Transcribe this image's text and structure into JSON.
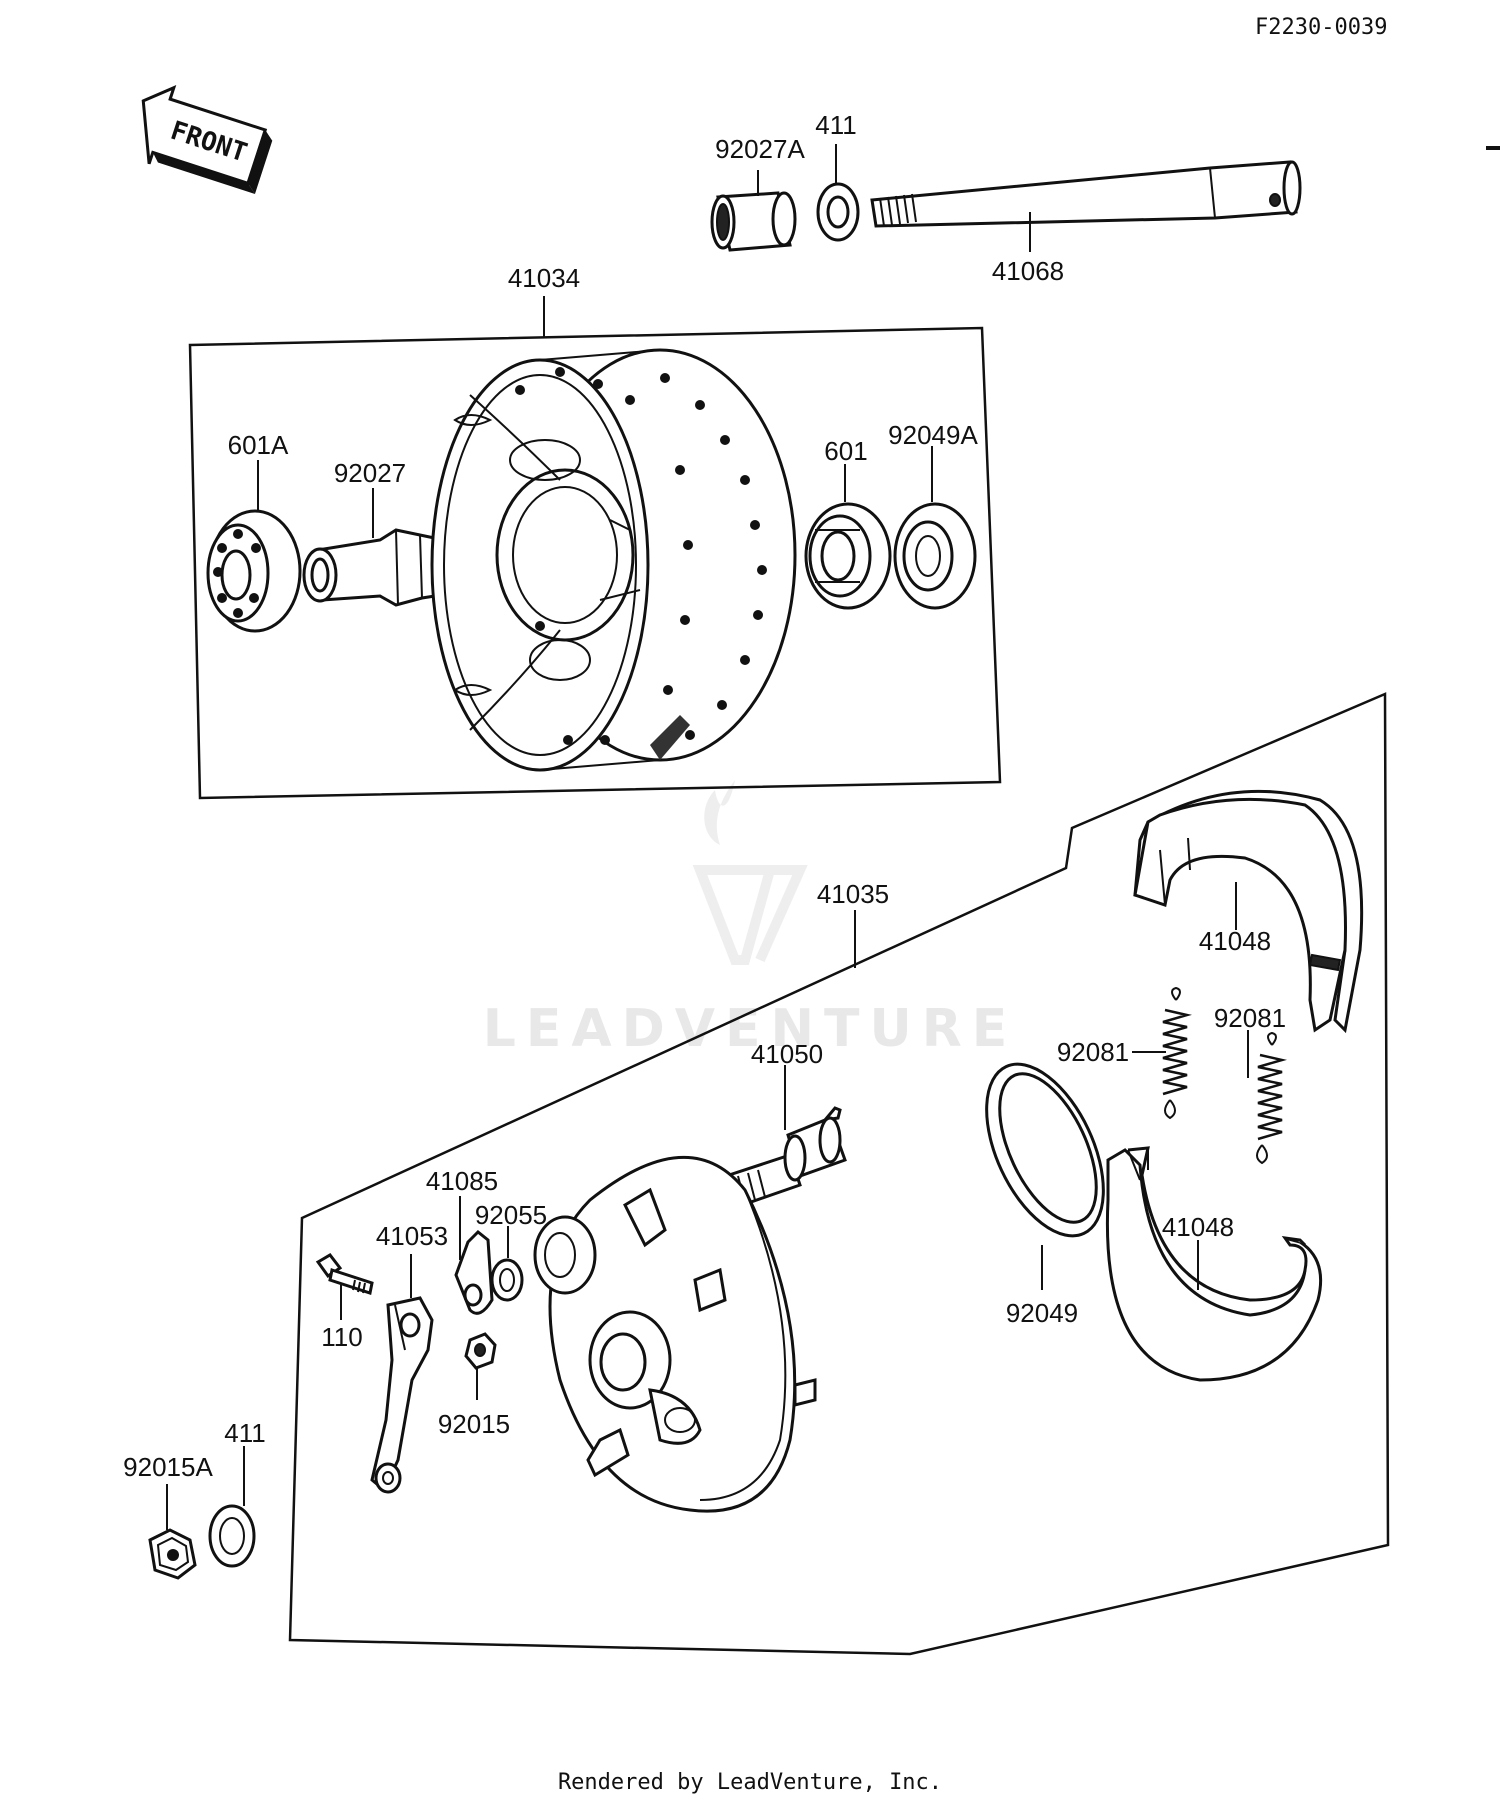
{
  "diagram_code": "F2230-0039",
  "front_arrow_label": "FRONT",
  "watermark": "LEADVENTURE",
  "footer": "Rendered by LeadVenture, Inc.",
  "part_labels": {
    "p92027A": "92027A",
    "p411_top": "411",
    "p41068": "41068",
    "p41034": "41034",
    "p601A": "601A",
    "p92027": "92027",
    "p601": "601",
    "p92049A": "92049A",
    "p41035": "41035",
    "p41048_top": "41048",
    "p92081_right": "92081",
    "p92081_left": "92081",
    "p41050": "41050",
    "p41085": "41085",
    "p92055": "92055",
    "p41053": "41053",
    "p41048_bottom": "41048",
    "p110": "110",
    "p92049": "92049",
    "p92015": "92015",
    "p411_bottom": "411",
    "p92015A": "92015A"
  }
}
